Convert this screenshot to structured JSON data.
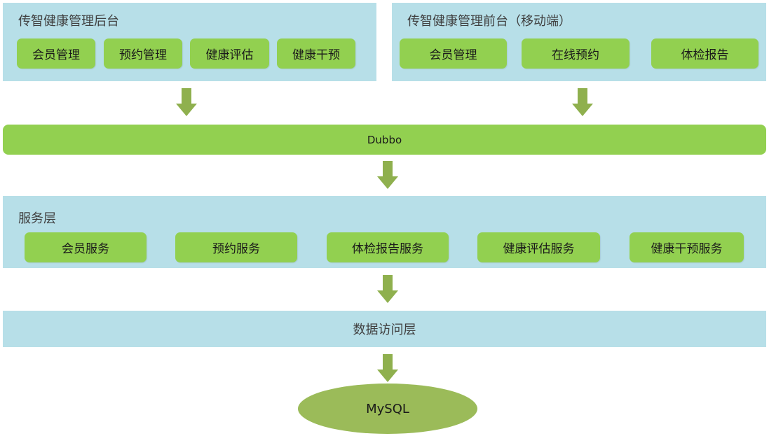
{
  "backend": {
    "title": "传智健康管理后台",
    "modules": [
      "会员管理",
      "预约管理",
      "健康评估",
      "健康干预"
    ]
  },
  "frontend": {
    "title": "传智健康管理前台（移动端）",
    "modules": [
      "会员管理",
      "在线预约",
      "体检报告"
    ]
  },
  "rpc": {
    "label": "Dubbo"
  },
  "service_layer": {
    "title": "服务层",
    "services": [
      "会员服务",
      "预约服务",
      "体检报告服务",
      "健康评估服务",
      "健康干预服务"
    ]
  },
  "data_access_layer": {
    "title": "数据访问层"
  },
  "database": {
    "label": "MySQL"
  },
  "colors": {
    "panel": "#b7dfe8",
    "module": "#92d050",
    "arrow": "#8fb04e",
    "database": "#9bbb59"
  }
}
